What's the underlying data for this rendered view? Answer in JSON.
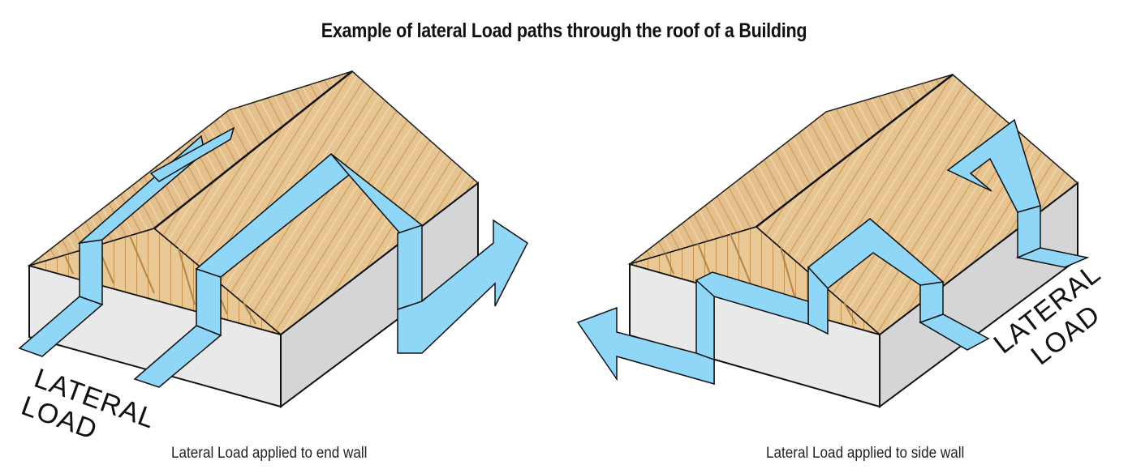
{
  "title": "Example of lateral Load paths through the roof of a Building",
  "left_panel": {
    "label_line1": "LATERAL",
    "label_line2": "LOAD",
    "caption": "Lateral Load applied to end wall"
  },
  "right_panel": {
    "label_line1": "LATERAL",
    "label_line2": "LOAD",
    "caption": "Lateral Load applied to side wall"
  },
  "colors": {
    "load_path": "#8fd6f7",
    "roof_timber": "#e8c48c",
    "roof_fill": "#d9b07a",
    "wall_front": "#e8e8e8",
    "wall_side": "#d4d4d6",
    "outline": "#111111"
  }
}
